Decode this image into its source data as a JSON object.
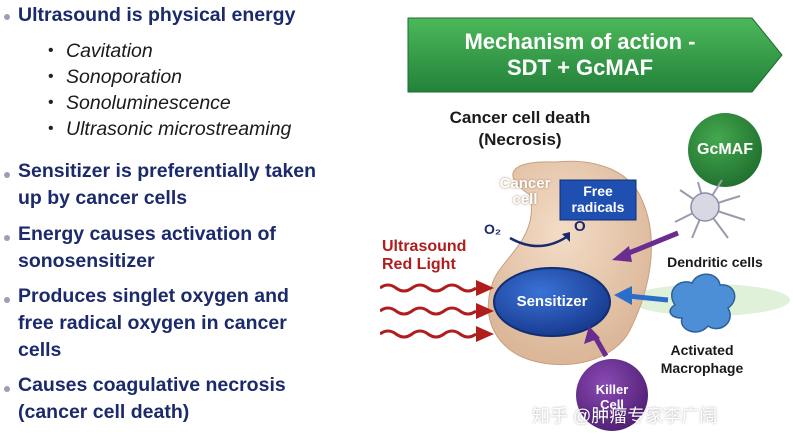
{
  "left_panel": {
    "heading": "Ultrasound is physical energy",
    "sub_items": [
      "Cavitation",
      "Sonoporation",
      "Sonoluminescence",
      "Ultrasonic microstreaming"
    ],
    "bullets": [
      {
        "line1": "Sensitizer is preferentially taken",
        "line2": "up by cancer cells"
      },
      {
        "line1": "Energy causes activation of",
        "line2": "sonosensitizer"
      },
      {
        "line1": "Produces singlet oxygen and",
        "line2": "free radical oxygen in cancer",
        "line3": "cells"
      },
      {
        "line1": "Causes coagulative necrosis",
        "line2": "(cancer cell death)"
      }
    ]
  },
  "diagram": {
    "banner_line1": "Mechanism of action -",
    "banner_line2": "SDT + GcMAF",
    "death_line1": "Cancer cell death",
    "death_line2": "(Necrosis)",
    "gcmaf_label": "GcMAF",
    "cancer_cell_line1": "Cancer",
    "cancer_cell_line2": "cell",
    "free_radicals_line1": "Free",
    "free_radicals_line2": "radicals",
    "o2_label": "O₂",
    "o_label": "O",
    "ultrasound_label": "Ultrasound",
    "red_light_label": "Red Light",
    "sensitizer_label": "Sensitizer",
    "dendritic_label": "Dendritic cells",
    "macrophage_line1": "Activated",
    "macrophage_line2": "Macrophage",
    "killer_line1": "Killer",
    "killer_line2": "Cell"
  },
  "watermark": "知乎 @肿瘤专家李广阔",
  "colors": {
    "navy_text": "#1b2a6b",
    "banner_green": "#2f9a3c",
    "gcmaf_green": "#2f8a3a",
    "cell_beige": "#e8c7a8",
    "sensitizer_blue": "#1f4fb0",
    "arrow_red": "#b01d1d",
    "arrow_purple": "#6a2d8f",
    "killer_purple": "#6b2f92"
  }
}
